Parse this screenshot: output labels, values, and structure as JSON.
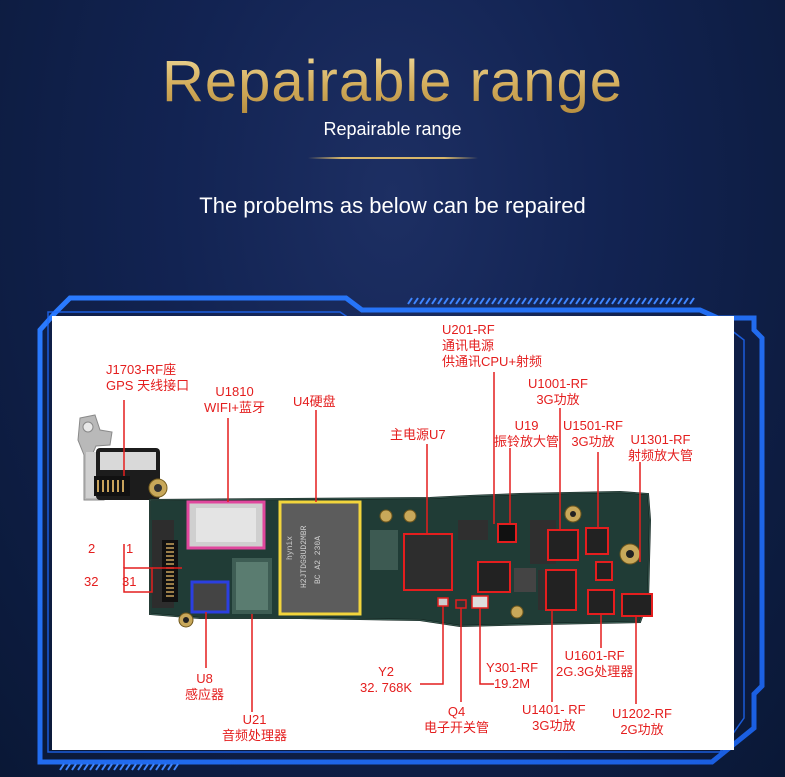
{
  "header": {
    "title": "Repairable range",
    "subtitle": "Repairable range",
    "description": "The probelms as below can be repaired"
  },
  "colors": {
    "background": "#0c1a3c",
    "title_gold": "#d8b86a",
    "frame_blue": "#1e6cff",
    "label_red": "#e41e1e",
    "board_green": "#1e4a3a"
  },
  "labels": {
    "j1703": {
      "l1": "J1703-RF座",
      "l2": "GPS 天线接口"
    },
    "u1810": {
      "l1": "U1810",
      "l2": "WIFI+蓝牙"
    },
    "u4": {
      "l1": "U4硬盘"
    },
    "u201": {
      "l1": "U201-RF",
      "l2": "通讯电源",
      "l3": "供通讯CPU+射频"
    },
    "u7": {
      "l1": "主电源U7"
    },
    "u19": {
      "l1": "U19",
      "l2": "振铃放大管"
    },
    "u1001": {
      "l1": "U1001-RF",
      "l2": "3G功放"
    },
    "u1501": {
      "l1": "U1501-RF",
      "l2": "3G功放"
    },
    "u1301": {
      "l1": "U1301-RF",
      "l2": "射频放大管"
    },
    "pins": {
      "p2": "2",
      "p1": "1",
      "p32": "32",
      "p31": "31"
    },
    "u8": {
      "l1": "U8",
      "l2": "感应器"
    },
    "u21": {
      "l1": "U21",
      "l2": "音频处理器"
    },
    "y2": {
      "l1": "Y2",
      "l2": "32. 768K"
    },
    "q4": {
      "l1": "Q4",
      "l2": "电子开关管"
    },
    "y301": {
      "l1": "Y301-RF",
      "l2": "19.2M"
    },
    "u1401": {
      "l1": "U1401- RF",
      "l2": "3G功放"
    },
    "u1601": {
      "l1": "U1601-RF",
      "l2": "2G.3G处理器"
    },
    "u1202": {
      "l1": "U1202-RF",
      "l2": "2G功放"
    }
  },
  "chips": {
    "u4_marking": {
      "l1": "hynix",
      "l2": "H2JTDG8UD2MBR",
      "l3": "BC  A2  230A"
    }
  }
}
